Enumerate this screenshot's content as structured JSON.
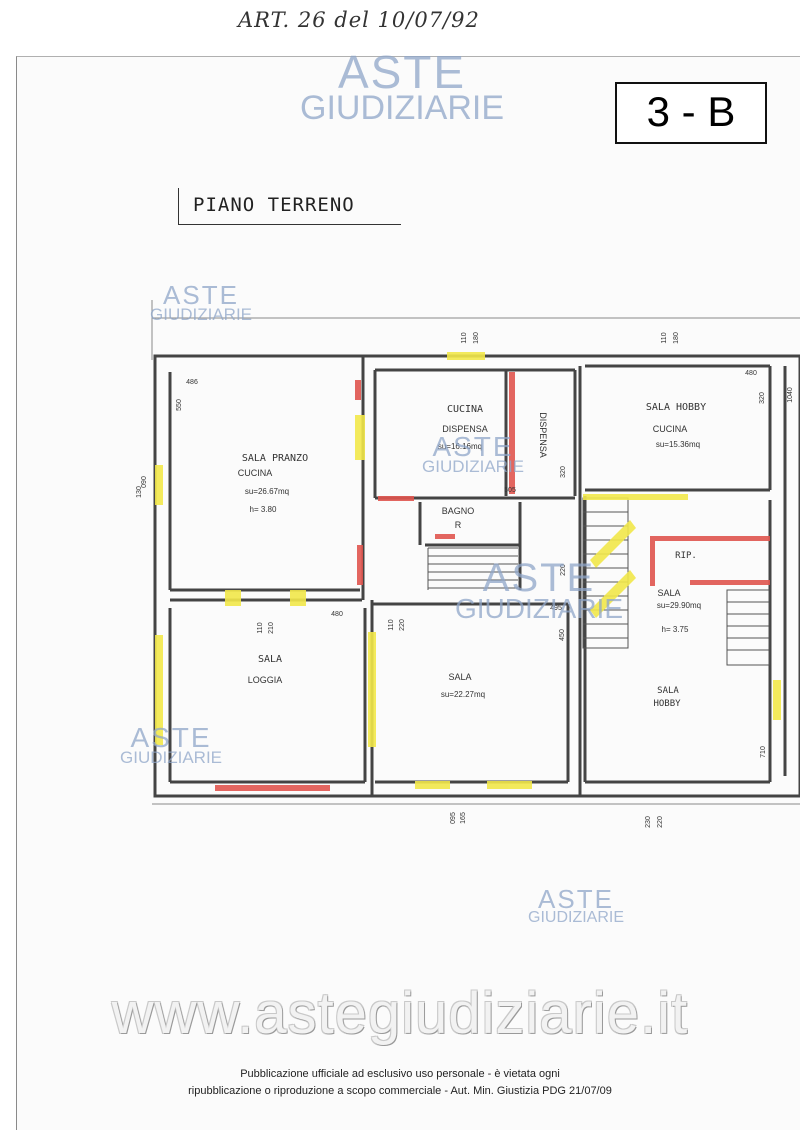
{
  "header": {
    "handwritten_note": "ART. 26 del 10/07/92",
    "sheet_code": "3 - B",
    "plan_title": "PIANO TERRENO"
  },
  "watermark": {
    "line1": "ASTE",
    "line2": "GIUDIZIARIE",
    "url": "www.astegiudiziarie.it"
  },
  "footer": {
    "line1": "Pubblicazione ufficiale ad esclusivo uso personale - è vietata ogni",
    "line2": "ripubblicazione o riproduzione a scopo commerciale - Aut. Min. Giustizia PDG 21/07/09"
  },
  "rooms": {
    "sala_pranzo": {
      "old_name": "SALA PRANZO",
      "name": "CUCINA",
      "area": "su=26.67mq",
      "height": "h= 3.80"
    },
    "cucina_dispensa": {
      "old_name": "CUCINA",
      "name": "DISPENSA",
      "area": "su=16.16mq"
    },
    "dispensa_vertical": {
      "label": "DISPENSA"
    },
    "bagno": {
      "label": "BAGNO",
      "mark": "R"
    },
    "sala_hobby_top": {
      "old_name": "SALA HOBBY",
      "name": "CUCINA",
      "area": "su=15.36mq"
    },
    "sala_loggia": {
      "old_name": "SALA",
      "name": "LOGGIA"
    },
    "sala_center": {
      "name": "SALA",
      "area": "su=22.27mq"
    },
    "sala_right": {
      "name": "SALA",
      "area": "su=29.90mq",
      "height": "h= 3.75"
    },
    "rip": {
      "label": "RIP."
    },
    "sala_hobby_bottom": {
      "old_name": "SALA",
      "name": "HOBBY"
    }
  },
  "dimensions": {
    "d486": "486",
    "d550": "550",
    "d090": "090",
    "d130": "130",
    "d110a": "110",
    "d180a": "180",
    "d110b": "110",
    "d180b": "180",
    "d480a": "480",
    "d320a": "320",
    "d1040": "1040",
    "d320b": "320",
    "d505": "505",
    "d220": "220",
    "d110c": "110",
    "d210": "210",
    "d480b": "480",
    "d110d": "110",
    "d220b": "220",
    "d495": "495",
    "d450": "450",
    "d710": "710",
    "d095": "095",
    "d165": "165",
    "d230": "230",
    "d220c": "220"
  },
  "colors": {
    "wall": "#444444",
    "highlight_yellow": "#f2e84a",
    "highlight_red": "#e0554f",
    "watermark_blue": "#8fa6c9"
  }
}
